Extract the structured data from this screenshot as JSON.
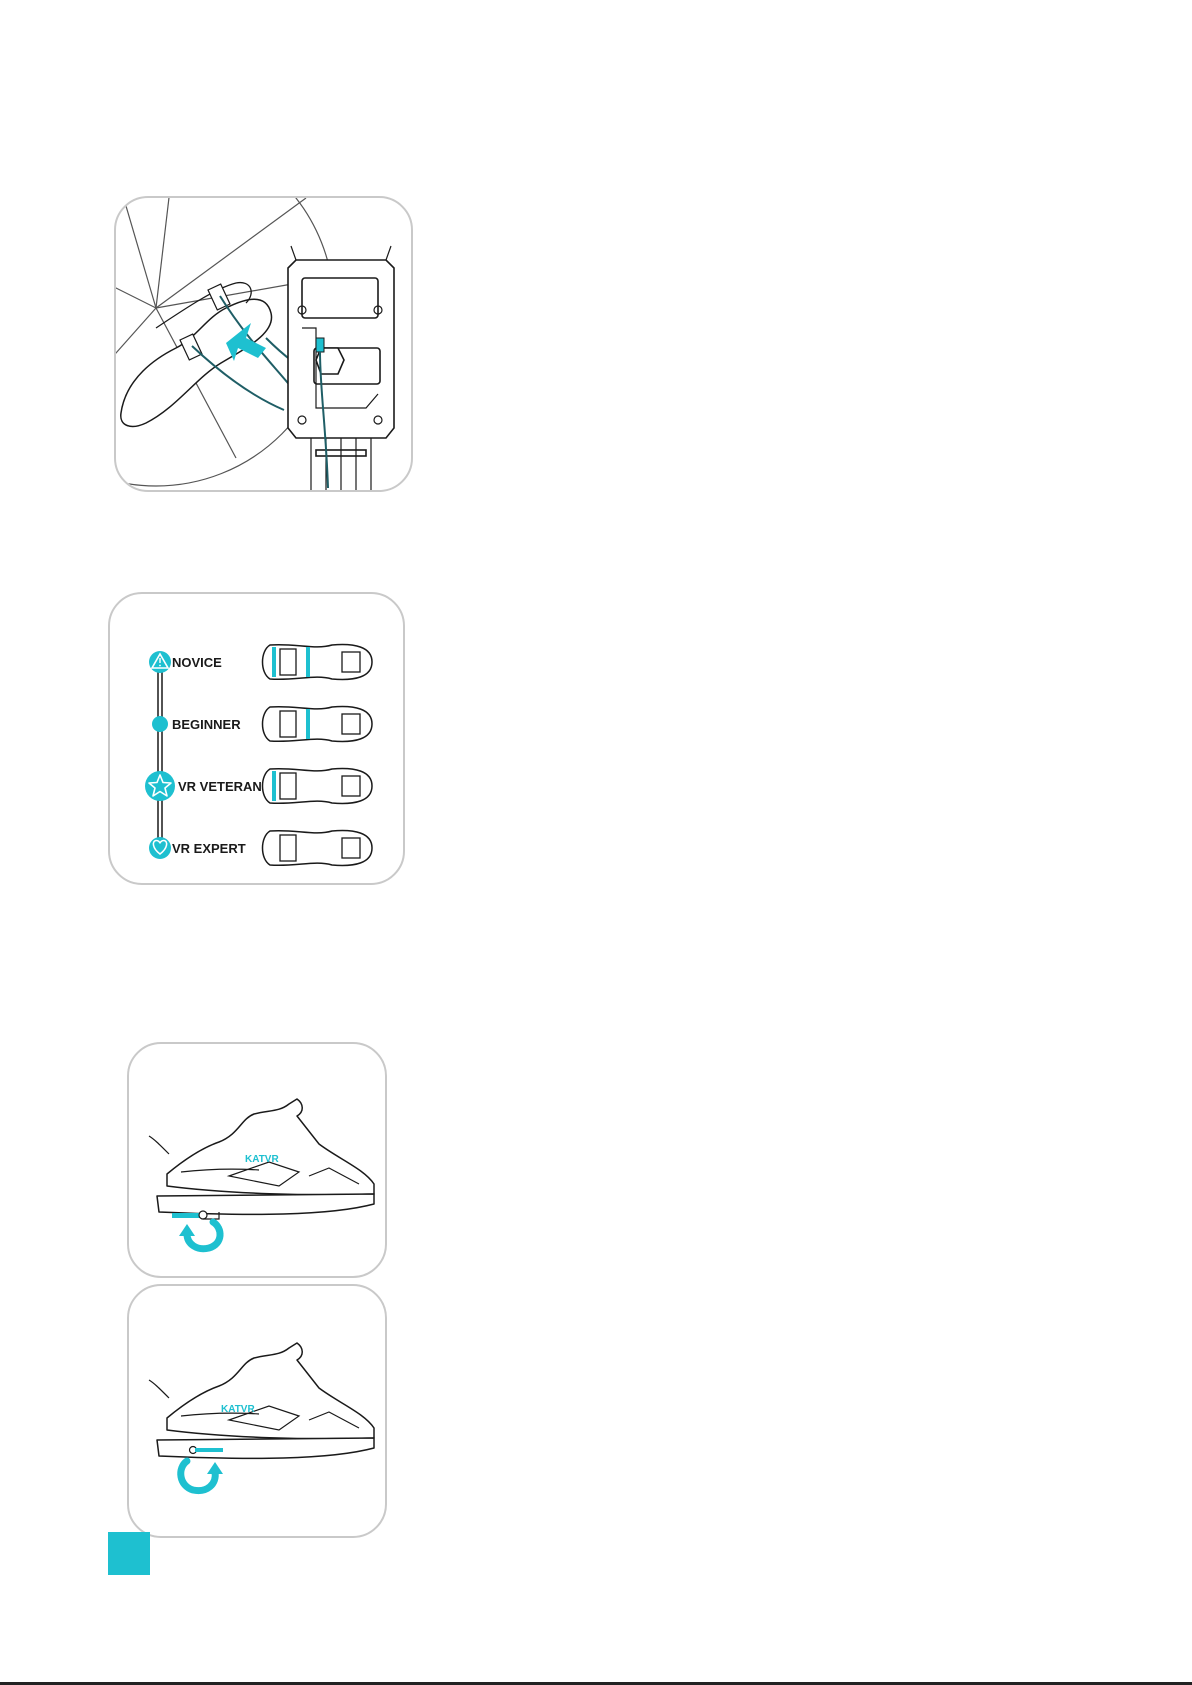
{
  "accent_color": "#1ec0d0",
  "line_color": "#1a1a1a",
  "base_illustration": {
    "icons": [
      "treadmill-base-icon",
      "sensor-cable-icon",
      "insertion-arrow-icon"
    ]
  },
  "levels": {
    "items": [
      {
        "label": "NOVICE",
        "icon": "warning-triangle-icon"
      },
      {
        "label": "BEGINNER",
        "icon": "dot-icon"
      },
      {
        "label": "VR VETERAN",
        "icon": "star-icon"
      },
      {
        "label": "VR EXPERT",
        "icon": "heart-icon"
      }
    ]
  },
  "shoe_1": {
    "brand": "KATVR",
    "icon": "rotate-counterclockwise-icon"
  },
  "shoe_2": {
    "brand": "KATVR",
    "icon": "rotate-clockwise-icon"
  }
}
